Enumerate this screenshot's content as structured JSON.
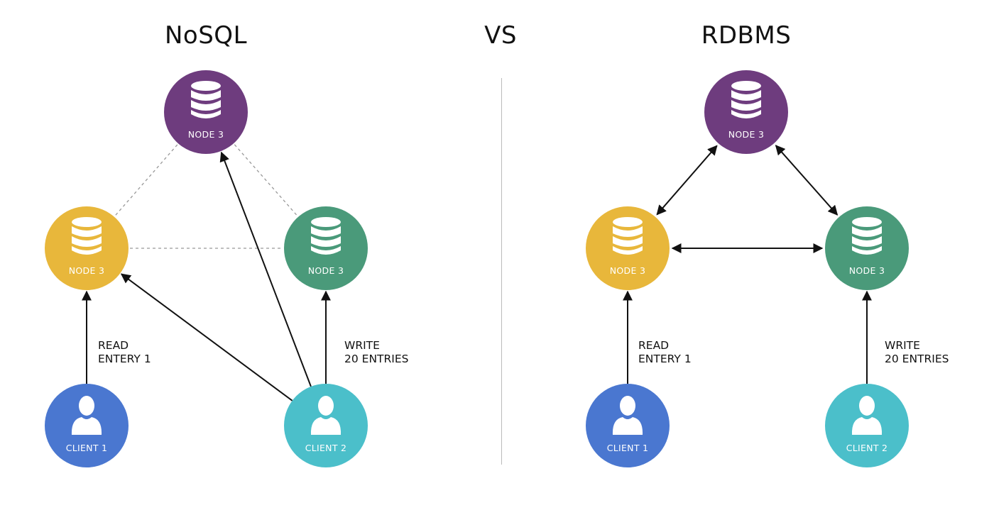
{
  "titles": {
    "left": "NoSQL",
    "center": "VS",
    "right": "RDBMS"
  },
  "colors": {
    "purple": "#6e3c7e",
    "yellow": "#e8b73b",
    "green": "#4a9a7a",
    "client1": "#4a77d0",
    "client2": "#4bbfca",
    "line": "#111111",
    "dashed": "#999999"
  },
  "nosql": {
    "nodes": [
      {
        "id": "top",
        "label": "NODE 3",
        "color": "purple"
      },
      {
        "id": "left",
        "label": "NODE 3",
        "color": "yellow"
      },
      {
        "id": "right",
        "label": "NODE 3",
        "color": "green"
      }
    ],
    "clients": [
      {
        "id": "c1",
        "label": "CLIENT 1"
      },
      {
        "id": "c2",
        "label": "CLIENT 2"
      }
    ],
    "read_caption": [
      "READ",
      "ENTERY 1"
    ],
    "write_caption": [
      "WRITE",
      "20 ENTRIES"
    ],
    "connections": {
      "dashed": [
        [
          "top",
          "left"
        ],
        [
          "top",
          "right"
        ],
        [
          "left",
          "right"
        ]
      ],
      "arrows": [
        [
          "c1",
          "left"
        ],
        [
          "c2",
          "left"
        ],
        [
          "c2",
          "top"
        ],
        [
          "c2",
          "right"
        ]
      ]
    }
  },
  "rdbms": {
    "nodes": [
      {
        "id": "top",
        "label": "NODE 3",
        "color": "purple"
      },
      {
        "id": "left",
        "label": "NODE 3",
        "color": "yellow"
      },
      {
        "id": "right",
        "label": "NODE 3",
        "color": "green"
      }
    ],
    "clients": [
      {
        "id": "c1",
        "label": "CLIENT 1"
      },
      {
        "id": "c2",
        "label": "CLIENT 2"
      }
    ],
    "read_caption": [
      "READ",
      "ENTERY 1"
    ],
    "write_caption": [
      "WRITE",
      "20 ENTRIES"
    ],
    "connections": {
      "bidirectional": [
        [
          "top",
          "left"
        ],
        [
          "top",
          "right"
        ],
        [
          "left",
          "right"
        ]
      ],
      "arrows": [
        [
          "c1",
          "left"
        ],
        [
          "c2",
          "right"
        ]
      ]
    }
  }
}
